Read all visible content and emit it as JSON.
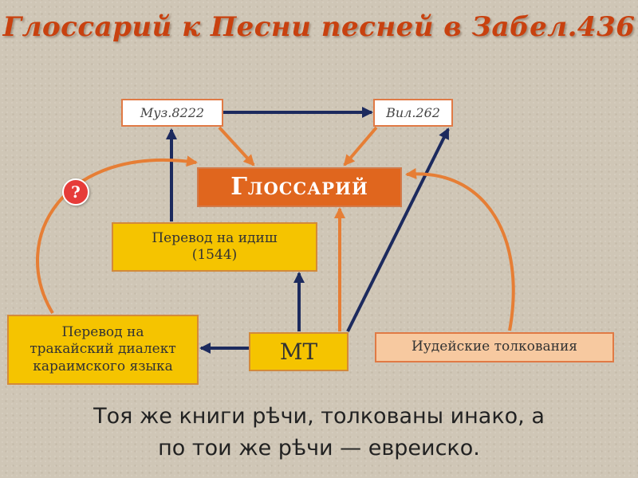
{
  "title": "Глоссарий к Песни песней в Забел.436",
  "nodes": {
    "muz": "Муз.8222",
    "vil": "Вил.262",
    "glossary": "Глоссарий",
    "yiddish": {
      "line1": "Перевод на идиш",
      "line2": "(1544)"
    },
    "karaim": {
      "line1": "Перевод на",
      "line2": "тракайский диалект",
      "line3": "караимского языка"
    },
    "mt": "МТ",
    "jewish": "Иудейские толкования"
  },
  "question_mark": "?",
  "quote": {
    "line1": "Тоя же книги рѣчи, толкованы инако, а",
    "line2": "по тои же рѣчи — евреиско."
  },
  "colors": {
    "title": "#c8410f",
    "glossary_fill": "#e0661e",
    "gold_fill": "#f5c400",
    "peach_fill": "#f7c9a0",
    "orange_arrow": "#e67e35",
    "navy_arrow": "#1c2a5e",
    "question_fill": "#e63c39"
  }
}
